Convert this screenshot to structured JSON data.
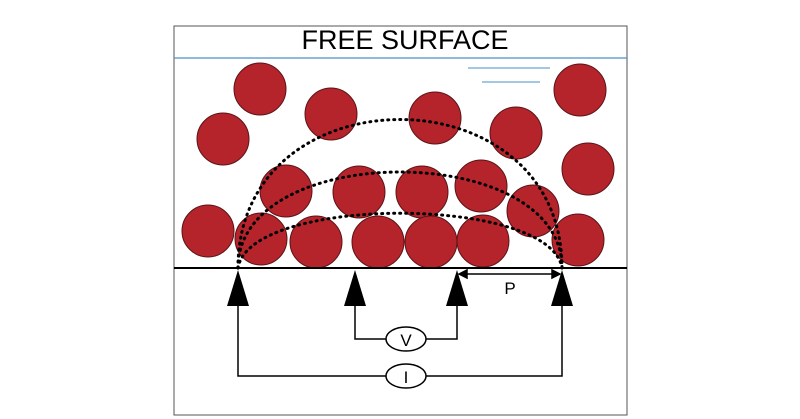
{
  "title": "FREE SURFACE",
  "labels": {
    "spacing": "P",
    "voltage": "V",
    "current": "I"
  },
  "colors": {
    "particle": "#b5232b",
    "particle_stroke": "#5a1418",
    "surface_line": "#4a90c8",
    "ink": "#000000"
  },
  "electrodes": [
    {
      "name": "current-electrode-left"
    },
    {
      "name": "potential-electrode-inner-left"
    },
    {
      "name": "potential-electrode-inner-right"
    },
    {
      "name": "current-electrode-right"
    }
  ]
}
